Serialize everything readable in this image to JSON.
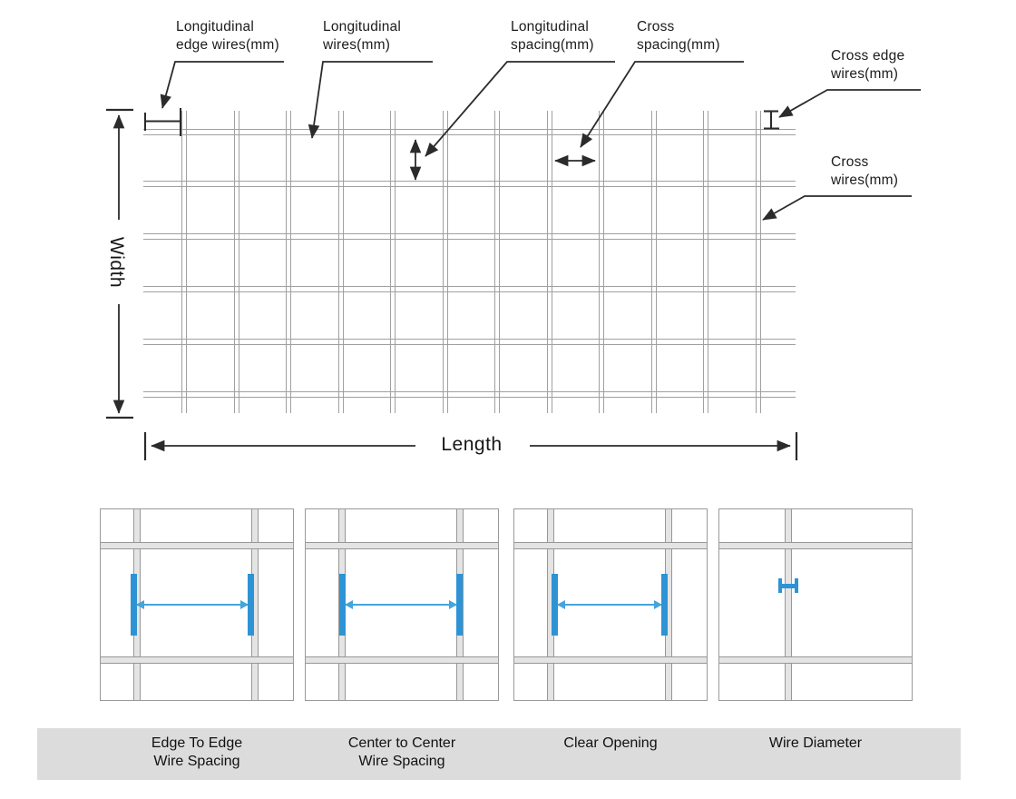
{
  "diagram": {
    "callouts": [
      {
        "id": "longitudinal-edge-wires",
        "lines": [
          "Longitudinal",
          "edge wires(mm)"
        ]
      },
      {
        "id": "longitudinal-wires",
        "lines": [
          "Longitudinal",
          "wires(mm)"
        ]
      },
      {
        "id": "longitudinal-spacing",
        "lines": [
          "Longitudinal",
          "spacing(mm)"
        ]
      },
      {
        "id": "cross-spacing",
        "lines": [
          "Cross",
          "spacing(mm)"
        ]
      },
      {
        "id": "cross-edge-wires",
        "lines": [
          "Cross edge",
          "wires(mm)"
        ]
      },
      {
        "id": "cross-wires",
        "lines": [
          "Cross",
          "wires(mm)"
        ]
      }
    ],
    "dimensions": {
      "width_label": "Width",
      "length_label": "Length"
    },
    "mesh": {
      "longitudinal_wire_count": 12,
      "cross_wire_count": 6
    }
  },
  "legend_panels": [
    {
      "caption": [
        "Edge To Edge",
        "Wire Spacing"
      ]
    },
    {
      "caption": [
        "Center to Center",
        "Wire Spacing"
      ]
    },
    {
      "caption": [
        "Clear Opening"
      ]
    },
    {
      "caption": [
        "Wire Diameter"
      ]
    }
  ],
  "colors": {
    "measure_blue": "#2e93d4",
    "arrow_blue": "#45a4dd",
    "wire_gray": "#a0a0a0",
    "caption_bg": "#dcdcdc",
    "ink": "#2b2b2b"
  }
}
